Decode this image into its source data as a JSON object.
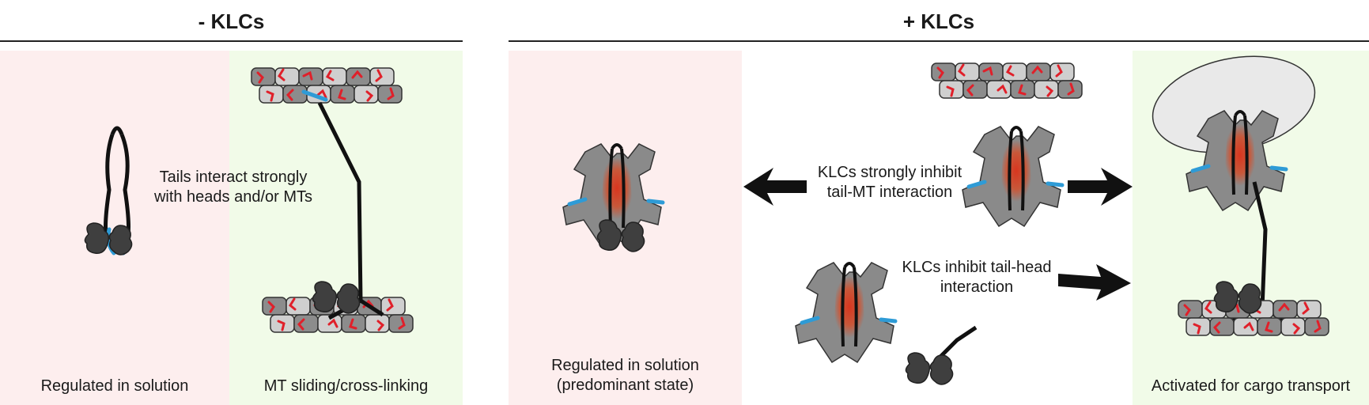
{
  "sections": {
    "minus": {
      "title": "- KLCs"
    },
    "plus": {
      "title": "+ KLCs"
    }
  },
  "panels": {
    "regulated_minus": {
      "caption": "Regulated in solution"
    },
    "sliding": {
      "caption": "MT sliding/cross-linking"
    },
    "regulated_plus": {
      "caption_line1": "Regulated in solution",
      "caption_line2": "(predominant state)"
    },
    "activated": {
      "caption": "Activated for cargo transport"
    }
  },
  "annotations": {
    "tails_interact": {
      "line1": "Tails interact strongly",
      "line2": "with heads and/or MTs"
    },
    "klc_tail_mt": {
      "line1": "KLCs strongly inhibit",
      "line2": "tail-MT interaction"
    },
    "klc_tail_head": {
      "line1": "KLCs inhibit tail-head",
      "line2": "interaction"
    }
  },
  "colors": {
    "regulated_bg": "#fdeeee",
    "active_bg": "#f1fbe8",
    "tubulin_dark": "#8c8c8c",
    "tubulin_light": "#cfcfcf",
    "head": "#3f3f3f",
    "neck_linker": "#2e9bd6",
    "klc": "#8a8a8a",
    "klc_core": "#d24a2a",
    "mt_tail": "#e0202a",
    "cargo": "#e9e9e9"
  }
}
